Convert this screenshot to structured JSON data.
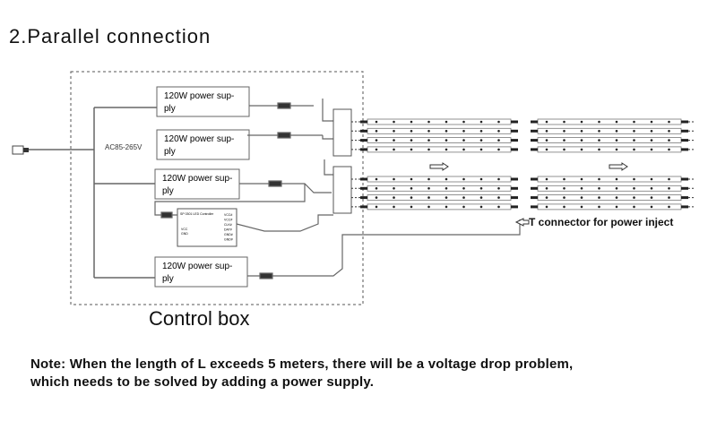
{
  "title": "2.Parallel connection",
  "control_box_label": "Control box",
  "ac_label": "AC85-265V",
  "power_supplies": [
    {
      "line1": "120W power sup-",
      "line2": "ply"
    },
    {
      "line1": "120W power sup-",
      "line2": "ply"
    },
    {
      "line1": "120W power sup-",
      "line2": "ply"
    },
    {
      "line1": "120W power sup-",
      "line2": "ply"
    }
  ],
  "controller": {
    "name": "SP 0301 LED Controller",
    "inputs": [
      "VCC",
      "GND"
    ],
    "outputs": [
      "VCC#",
      "VCC#",
      "CLK#",
      "DAT#",
      "GND#",
      "GND#"
    ]
  },
  "t_connector_label": "T connector for power inject",
  "note": {
    "line1": "Note: When the length of L exceeds 5 meters, there will be a voltage drop problem,",
    "line2": "which needs to be solved by adding a power supply."
  }
}
